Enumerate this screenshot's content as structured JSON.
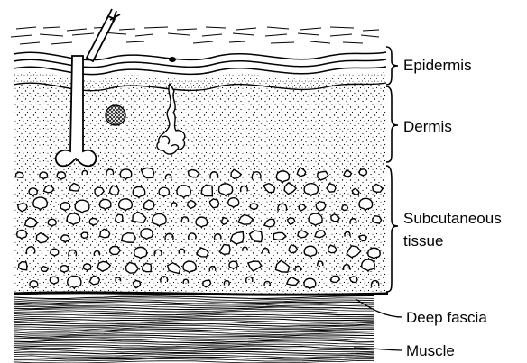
{
  "labels": {
    "epidermis": "Epidermis",
    "dermis": "Dermis",
    "subcutaneous_line1": "Subcutaneous",
    "subcutaneous_line2": "tissue",
    "deep_fascia": "Deep fascia",
    "muscle": "Muscle"
  },
  "colors": {
    "ink": "#000000",
    "background": "#ffffff"
  },
  "icons": {
    "hair_shaft": "hair-icon",
    "sweat_gland": "sweat-gland-icon",
    "fat_lobule": "fat-cell-icon"
  }
}
